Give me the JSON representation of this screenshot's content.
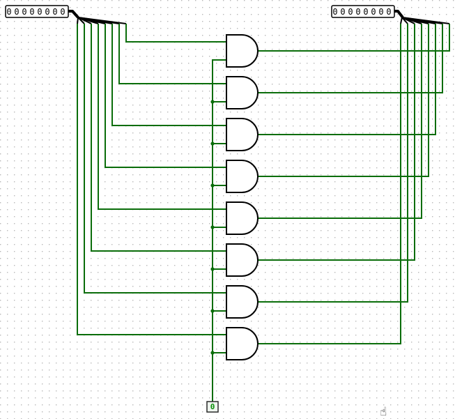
{
  "app": {
    "name": "logic-circuit-canvas"
  },
  "colors": {
    "wire_zero": "#0a6d0a",
    "component_outline": "#000000",
    "background": "#ffffff",
    "grid_dot": "#b8b8b8",
    "constant_text": "#0a8f0a"
  },
  "left_pin": {
    "value": "00000000",
    "bits": [
      "0",
      "0",
      "0",
      "0",
      "0",
      "0",
      "0",
      "0"
    ]
  },
  "right_pin": {
    "value": "00000000",
    "bits": [
      "0",
      "0",
      "0",
      "0",
      "0",
      "0",
      "0",
      "0"
    ]
  },
  "constant": {
    "value": "0"
  },
  "gates": {
    "type": "AND",
    "count": 8
  },
  "cursor": {
    "glyph": "☝"
  }
}
